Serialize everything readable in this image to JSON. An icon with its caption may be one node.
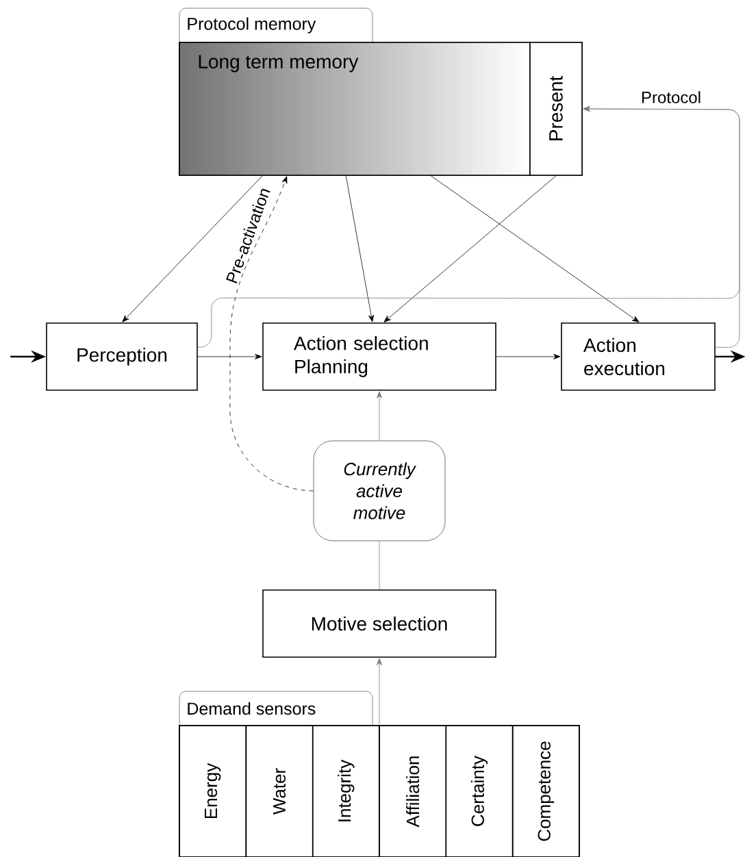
{
  "diagram": {
    "nodes": [
      {
        "text": [
          "Protocol memory"
        ]
      },
      {
        "text": [
          "Long term memory"
        ],
        "in": 0
      },
      {
        "text": [
          "Present"
        ],
        "in": 0
      },
      {
        "text": [
          "Perception"
        ]
      },
      {
        "text": [
          "Action selection Planning"
        ]
      },
      {
        "text": [
          "Action execution"
        ]
      },
      {
        "text": [
          "Currently active motive"
        ]
      },
      {
        "text": [
          "Motive selection"
        ]
      },
      {
        "text": [
          "Demand sensors"
        ]
      },
      {
        "text": [
          "Energy"
        ],
        "in": 8
      },
      {
        "text": [
          "Water"
        ],
        "in": 8
      },
      {
        "text": [
          "Integrity"
        ],
        "in": 8
      },
      {
        "text": [
          "Affiliation"
        ],
        "in": 8
      },
      {
        "text": [
          "Certainty"
        ],
        "in": 8
      },
      {
        "text": [
          "Competence"
        ],
        "in": 8
      }
    ],
    "edges": [
      {
        "from": null,
        "to": 3,
        "arrow": "to"
      },
      {
        "from": 1,
        "to": 3,
        "arrow": "to"
      },
      {
        "from": 1,
        "to": 4,
        "arrow": "to"
      },
      {
        "from": 2,
        "to": 4,
        "arrow": "to"
      },
      {
        "from": 1,
        "to": 5,
        "arrow": "to"
      },
      {
        "from": 3,
        "to": 4,
        "arrow": "to"
      },
      {
        "from": 4,
        "to": 5,
        "arrow": "to"
      },
      {
        "from": 5,
        "to": null,
        "arrow": "to"
      },
      {
        "from": 6,
        "to": 4,
        "arrow": "to",
        "color": "#777777"
      },
      {
        "from": 7,
        "to": 6,
        "arrow": "none",
        "color": "#777777"
      },
      {
        "from": 8,
        "to": 7,
        "arrow": "to",
        "color": "#777777"
      },
      {
        "from": 6,
        "to": 1,
        "arrow": "to",
        "style": "dashed",
        "label": "Pre-activation"
      },
      {
        "from": 3,
        "to": 2,
        "arrow": "to",
        "color": "#777777",
        "label": "Protocol"
      },
      {
        "from": 5,
        "to": 2,
        "arrow": "to",
        "color": "#777777"
      }
    ]
  }
}
